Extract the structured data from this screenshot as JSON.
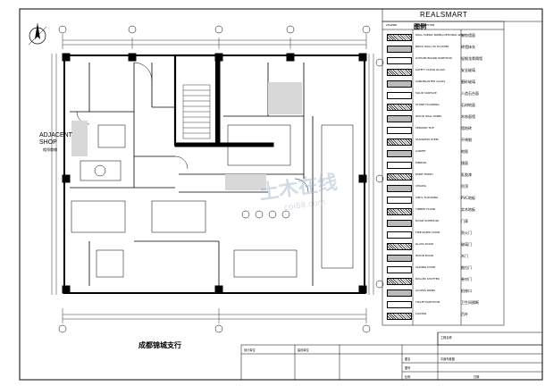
{
  "brand": "REALSMART",
  "legend": {
    "title": "图例",
    "header": [
      "LEGEND",
      "DESCRIPTION",
      ""
    ],
    "rows": [
      {
        "desc": "WALL FABRIC PANEL(OPTIONAL WALL)",
        "cn": "软包墙面"
      },
      {
        "desc": "BRICK WALL W/ PLASTER",
        "cn": "砖墙抹灰"
      },
      {
        "desc": "GYPSUM BOARD PARTITION",
        "cn": "轻钢龙骨隔墙"
      },
      {
        "desc": "SAFETY CLEAR GLASS",
        "cn": "安全玻璃"
      },
      {
        "desc": "SANDBLASTED GLASS",
        "cn": "磨砂玻璃"
      },
      {
        "desc": "SOLID SURFACE",
        "cn": "人造石台面"
      },
      {
        "desc": "STONE FLOORING",
        "cn": "石材地面"
      },
      {
        "desc": "WOOD WALL PANEL",
        "cn": "木饰面墙"
      },
      {
        "desc": "CERAMIC TILE",
        "cn": "墙地砖"
      },
      {
        "desc": "STAINLESS STEEL",
        "cn": "不锈钢"
      },
      {
        "desc": "CARPET",
        "cn": "地毯"
      },
      {
        "desc": "MIRROR",
        "cn": "镜面"
      },
      {
        "desc": "PAINT FINISH",
        "cn": "乳胶漆"
      },
      {
        "desc": "CEILING",
        "cn": "吊顶"
      },
      {
        "desc": "VINYL FLOORING",
        "cn": "PVC地板"
      },
      {
        "desc": "TIMBER FLOOR",
        "cn": "实木地板"
      },
      {
        "desc": "DOOR SCHEDULE",
        "cn": "门表"
      },
      {
        "desc": "FIRE RATED DOOR",
        "cn": "防火门"
      },
      {
        "desc": "GLASS DOOR",
        "cn": "玻璃门"
      },
      {
        "desc": "WOOD DOOR",
        "cn": "木门"
      },
      {
        "desc": "SLIDING DOOR",
        "cn": "推拉门"
      },
      {
        "desc": "ROLLER SHUTTER",
        "cn": "卷帘门"
      },
      {
        "desc": "ACCESS PANEL",
        "cn": "检修口"
      },
      {
        "desc": "TOILET PARTITION",
        "cn": "卫生间隔断"
      },
      {
        "desc": "LOUVER",
        "cn": "百叶"
      }
    ]
  },
  "plan": {
    "adjacent_line1": "ADJACENT",
    "adjacent_line2": "SHOP",
    "adjacent_cn": "相邻商铺",
    "title": "成都锦城支行"
  },
  "titleblock": {
    "cells": [
      "设计单位",
      "建设单位",
      "工程名称",
      "图名",
      "平面布置图",
      "图号",
      "比例",
      "日期"
    ]
  },
  "watermark": {
    "main": "土木在线",
    "sub": "coi88.com"
  }
}
